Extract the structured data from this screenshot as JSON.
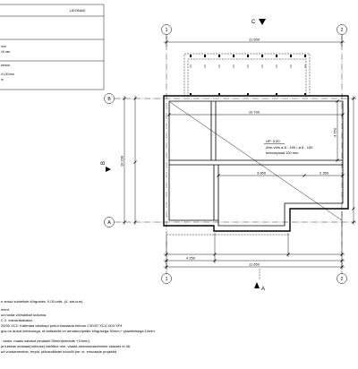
{
  "title_block": {
    "heading": "UDONAD",
    "line_1": "mm",
    "line_2": "16 mm",
    "line_3": "betoon",
    "line_4": "d 100 mm",
    "line_5": "m"
  },
  "grid": {
    "axis_1": "1",
    "axis_2": "2",
    "axis_b": "B",
    "axis_a": "A"
  },
  "section_marks": {
    "top": "C",
    "bottom": "A",
    "left": "B"
  },
  "dimensions": {
    "top_overall": "11 650",
    "inner_top": "10 700",
    "left_overall": "10 200",
    "right_upper": "4 750",
    "middle_1": "3 850",
    "middle_2": "2 350",
    "bottom_left": "4 250",
    "bottom_overall": "11 650"
  },
  "slab_note": {
    "level": "ÜP: 0.00",
    "reinforcement": "Arm.võrk ø 8 - 150 / ø 8 - 150",
    "slab": "betoonplaat 100 mm"
  },
  "notes": [
    "n antud suhteliste kõrgustes. 0.00-ralis. (4. ant.uue).",
    "ment.",
    "ud hoida võimalikult kuivana.",
    "C 2.  tolerantsiklassi.",
    "25/30 XC2. Kattmata vätatrapi puhul kasutada betoon C30/37 XC4 XD3 XF4",
    "gus on antud keldrusega, et kaitsekiht on armatuuripeäle kõrgusega 30mm + plaatimisega 10mm.",
    ". vaatu: maasi vatatud pindadel 50mm(toleants +10mm).",
    "ja tulekas nealaan(mõnuse) talditiive nim. vaada armatuurskeemide siduses ei 46.",
    "ud vundamentide, trepid, piltvandikstel toruvilli jne. vt. erisvaade projektid."
  ]
}
